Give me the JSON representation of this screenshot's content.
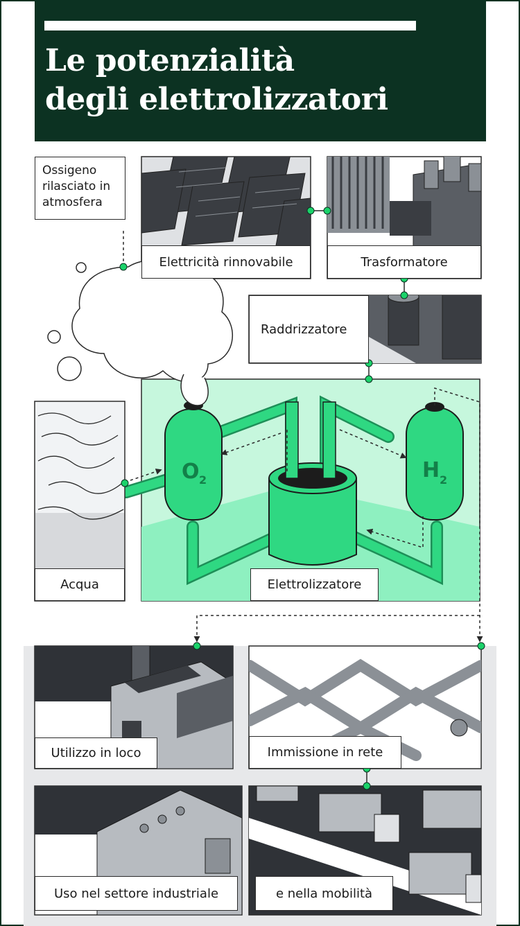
{
  "title": {
    "line1": "Le potenzialità",
    "line2": "degli elettrolizzatori"
  },
  "labels": {
    "oxygen_note_line1": "Ossigeno",
    "oxygen_note_line2": "rilasciato in",
    "oxygen_note_line3": "atmosfera",
    "renewable": "Elettricità rinnovabile",
    "transformer": "Trasformatore",
    "rectifier": "Raddrizzatore",
    "water": "Acqua",
    "electrolyzer": "Elettrolizzatore",
    "onsite": "Utilizzo in loco",
    "grid": "Immissione in rete",
    "industry": "Uso nel settore industriale",
    "mobility": "e nella mobilità"
  },
  "tanks": {
    "oxygen": "O",
    "oxygen_sub": "2",
    "hydrogen": "H",
    "hydrogen_sub": "2"
  },
  "colors": {
    "title_bg": "#0c3222",
    "accent_green": "#2fd882",
    "panel_green": "#8ef0c0",
    "dot_green": "#1bd26a",
    "dark_gray": "#3a3d42",
    "mid_gray": "#8b9096"
  }
}
